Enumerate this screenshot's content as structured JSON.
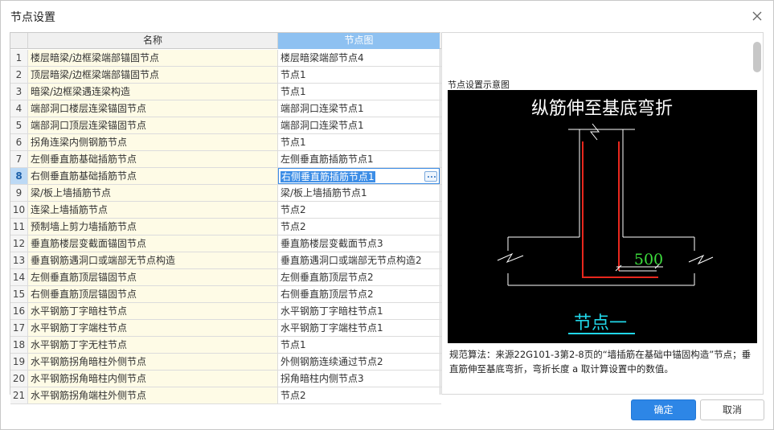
{
  "dialog": {
    "title": "节点设置"
  },
  "table": {
    "headers": {
      "index": "",
      "name": "名称",
      "node": "节点图"
    },
    "rows": [
      {
        "index": "1",
        "name": "楼层暗梁/边框梁端部锚固节点",
        "node": "楼层暗梁端部节点4"
      },
      {
        "index": "2",
        "name": "顶层暗梁/边框梁端部锚固节点",
        "node": "节点1"
      },
      {
        "index": "3",
        "name": "暗梁/边框梁遇连梁构造",
        "node": "节点1"
      },
      {
        "index": "4",
        "name": "端部洞口楼层连梁锚固节点",
        "node": "端部洞口连梁节点1"
      },
      {
        "index": "5",
        "name": "端部洞口顶层连梁锚固节点",
        "node": "端部洞口连梁节点1"
      },
      {
        "index": "6",
        "name": "拐角连梁内侧钢筋节点",
        "node": "节点1"
      },
      {
        "index": "7",
        "name": "左侧垂直筋基础插筋节点",
        "node": "左侧垂直筋插筋节点1"
      },
      {
        "index": "8",
        "name": "右侧垂直筋基础插筋节点",
        "node": "右侧垂直筋插筋节点1"
      },
      {
        "index": "9",
        "name": "梁/板上墙插筋节点",
        "node": "梁/板上墙插筋节点1"
      },
      {
        "index": "10",
        "name": "连梁上墙插筋节点",
        "node": "节点2"
      },
      {
        "index": "11",
        "name": "预制墙上剪力墙插筋节点",
        "node": "节点2"
      },
      {
        "index": "12",
        "name": "垂直筋楼层变截面锚固节点",
        "node": "垂直筋楼层变截面节点3"
      },
      {
        "index": "13",
        "name": "垂直钢筋遇洞口或端部无节点构造",
        "node": "垂直筋遇洞口或端部无节点构造2"
      },
      {
        "index": "14",
        "name": "左侧垂直筋顶层锚固节点",
        "node": "左侧垂直筋顶层节点2"
      },
      {
        "index": "15",
        "name": "右侧垂直筋顶层锚固节点",
        "node": "右侧垂直筋顶层节点2"
      },
      {
        "index": "16",
        "name": "水平钢筋丁字暗柱节点",
        "node": "水平钢筋丁字暗柱节点1"
      },
      {
        "index": "17",
        "name": "水平钢筋丁字端柱节点",
        "node": "水平钢筋丁字端柱节点1"
      },
      {
        "index": "18",
        "name": "水平钢筋丁字无柱节点",
        "node": "节点1"
      },
      {
        "index": "19",
        "name": "水平钢筋拐角暗柱外侧节点",
        "node": "外侧钢筋连续通过节点2"
      },
      {
        "index": "20",
        "name": "水平钢筋拐角暗柱内侧节点",
        "node": "拐角暗柱内侧节点3"
      },
      {
        "index": "21",
        "name": "水平钢筋拐角端柱外侧节点",
        "node": "节点2"
      }
    ],
    "selected_index": 8
  },
  "preview": {
    "title": "节点设置示意图",
    "diagram_heading": "纵筋伸至基底弯折",
    "dimension_label": "500",
    "node_label": "节点一",
    "rule_text": "规范算法：来源22G101-3第2-8页的“墙插筋在基础中锚固构造”节点；垂直筋伸至基底弯折，弯折长度 a 取计算设置中的数值。"
  },
  "buttons": {
    "ok": "确定",
    "cancel": "取消"
  },
  "colors": {
    "accent": "#2d86e6",
    "header_selected": "#8ec1f1",
    "name_column_bg": "#fefbe6",
    "rebar_red": "#e8271d",
    "dimension_green": "#3ddc3d",
    "label_cyan": "#21d6e8"
  }
}
